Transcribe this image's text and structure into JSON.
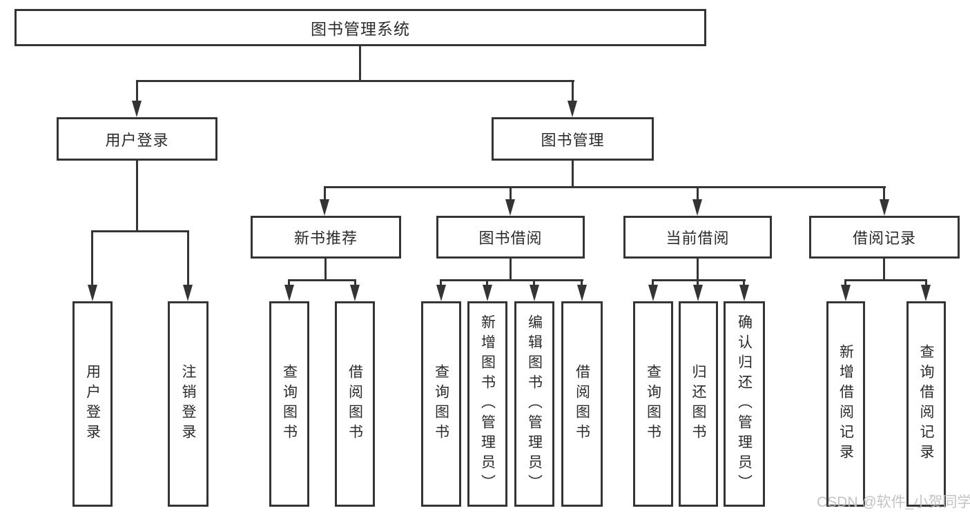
{
  "diagram_title": "图书管理系统",
  "nodes": {
    "root": "图书管理系统",
    "user_login": "用户登录",
    "book_management": "图书管理",
    "new_book_recommend": "新书推荐",
    "book_borrow": "图书借阅",
    "current_borrow": "当前借阅",
    "borrow_record": "借阅记录",
    "leaf_user_login": "用户登录",
    "leaf_logout": "注销登录",
    "leaf_nbr_query_book": "查询图书",
    "leaf_nbr_borrow_book": "借阅图书",
    "leaf_bb_query_book": "查询图书",
    "leaf_bb_add_book": "新增图书（管理员）",
    "leaf_bb_edit_book": "编辑图书（管理员）",
    "leaf_bb_borrow_book": "借阅图书",
    "leaf_cb_query_book": "查询图书",
    "leaf_cb_return_book": "归还图书",
    "leaf_cb_confirm_return": "确认归还（管理员）",
    "leaf_br_add_record": "新增借阅记录",
    "leaf_br_query_record": "查询借阅记录"
  },
  "watermark": "CSDN @软件_小贺同学",
  "colors": {
    "line": "#343434",
    "box_border": "#343434",
    "text": "#2b2b2b",
    "watermark": "#bdbdbd",
    "background": "#ffffff"
  }
}
